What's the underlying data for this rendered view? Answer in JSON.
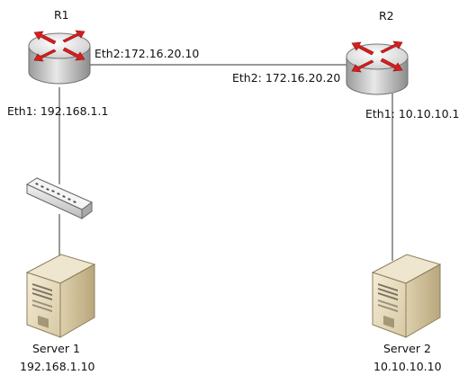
{
  "routers": [
    {
      "name": "R1",
      "eth1": "Eth1: 192.168.1.1",
      "eth2": "Eth2:172.16.20.10"
    },
    {
      "name": "R2",
      "eth1": "Eth1: 10.10.10.1",
      "eth2": "Eth2: 172.16.20.20"
    }
  ],
  "servers": [
    {
      "name": "Server 1",
      "ip": "192.168.1.10"
    },
    {
      "name": "Server 2",
      "ip": "10.10.10.10"
    }
  ],
  "colors": {
    "link": "#333333",
    "router_body": "#dcdcdc",
    "router_arrow": "#d81e1e",
    "server_body": "#e9dfc6",
    "switch_body": "#e6e6e6"
  }
}
